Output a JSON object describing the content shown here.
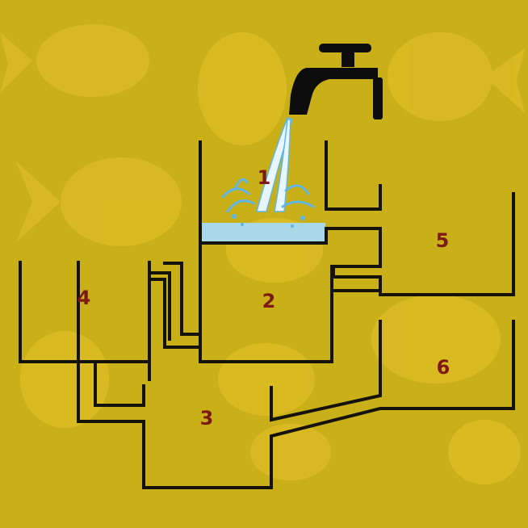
{
  "colors": {
    "background": "#c9b018",
    "pipe": "#15120a",
    "water": "#a9d8e8",
    "splash": "#5fb6e3",
    "number": "#7d1a14",
    "faucet": "#0d0d0d",
    "fish": "#e6c22a"
  },
  "icons": {
    "faucet": "faucet-icon",
    "water_stream": "water-stream-icon",
    "fish": "goldfish-icon"
  },
  "containers": [
    {
      "id": "container-1",
      "label": "1",
      "has_water": true
    },
    {
      "id": "container-2",
      "label": "2",
      "has_water": false
    },
    {
      "id": "container-3",
      "label": "3",
      "has_water": false
    },
    {
      "id": "container-4",
      "label": "4",
      "has_water": false
    },
    {
      "id": "container-5",
      "label": "5",
      "has_water": false
    },
    {
      "id": "container-6",
      "label": "6",
      "has_water": false
    }
  ]
}
